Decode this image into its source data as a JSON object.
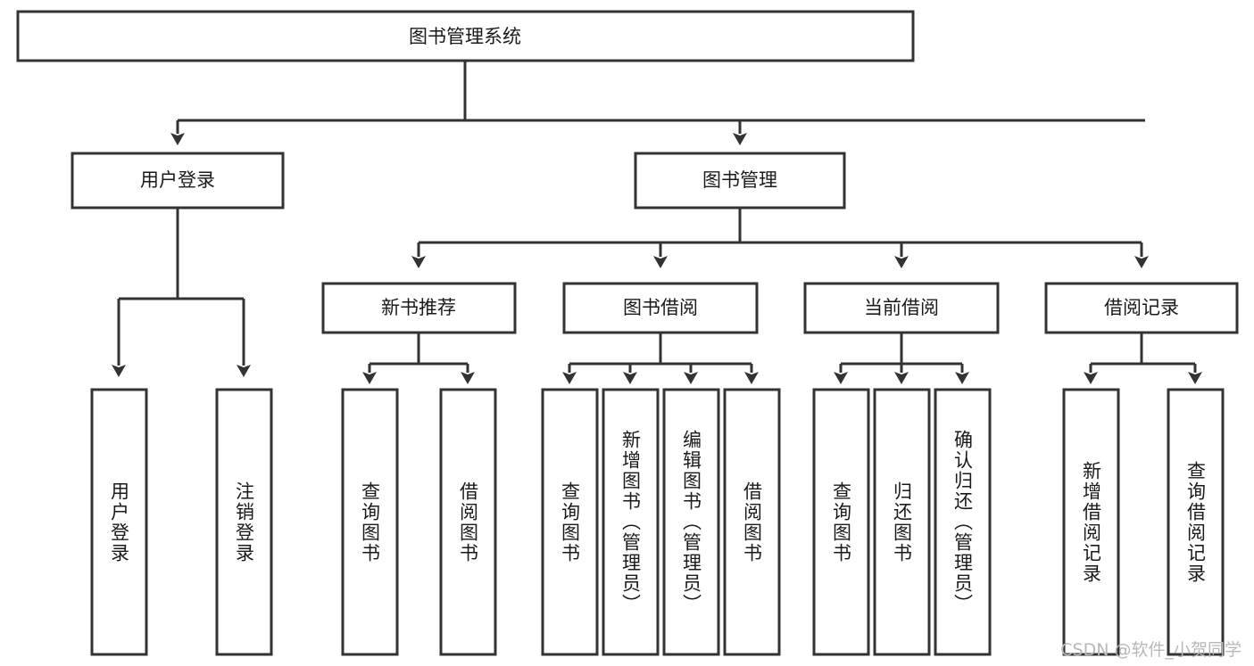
{
  "diagram": {
    "title": "图书管理系统",
    "watermark": "CSDN @软件_小贺同学",
    "root": {
      "label": "图书管理系统"
    },
    "level2": [
      {
        "label": "用户登录"
      },
      {
        "label": "图书管理"
      }
    ],
    "level3": [
      {
        "label": "新书推荐"
      },
      {
        "label": "图书借阅"
      },
      {
        "label": "当前借阅"
      },
      {
        "label": "借阅记录"
      }
    ],
    "leaves": {
      "user_login": [
        {
          "label": "用户登录"
        },
        {
          "label": "注销登录"
        }
      ],
      "new_book": [
        {
          "label": "查询图书"
        },
        {
          "label": "借阅图书"
        }
      ],
      "book_borrow": [
        {
          "label": "查询图书"
        },
        {
          "label": "新增图书（管理员）"
        },
        {
          "label": "编辑图书（管理员）"
        },
        {
          "label": "借阅图书"
        }
      ],
      "current_borrow": [
        {
          "label": "查询图书"
        },
        {
          "label": "归还图书"
        },
        {
          "label": "确认归还（管理员）"
        }
      ],
      "borrow_record": [
        {
          "label": "新增借阅记录"
        },
        {
          "label": "查询借阅记录"
        }
      ]
    },
    "colors": {
      "stroke": "#333333",
      "fill": "#ffffff",
      "text": "#1a1a1a",
      "watermark": "#b8b8b8"
    }
  }
}
